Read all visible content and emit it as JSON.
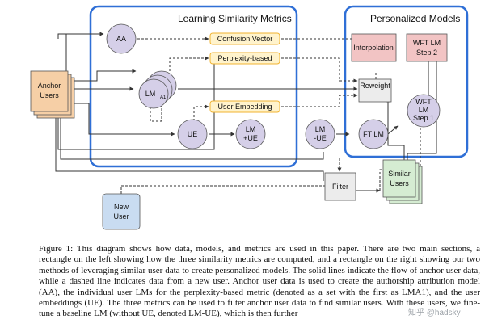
{
  "diagram": {
    "sections": {
      "left_title": "Learning Similarity Metrics",
      "right_title": "Personalized Models"
    },
    "nodes": {
      "anchor_users": [
        "Anchor",
        "Users"
      ],
      "new_user": [
        "New",
        "User"
      ],
      "aa": "AA",
      "lm_a1": "LM",
      "lm_a1_sub": "A1",
      "ue": "UE",
      "lm_ue": [
        "LM",
        "+UE"
      ],
      "lm_minus_ue": [
        "LM",
        "-UE"
      ],
      "ft_lm": "FT LM",
      "wft_lm_step1": [
        "WFT",
        "LM",
        "Step 1"
      ],
      "wft_lm_step2": [
        "WFT LM",
        "Step 2"
      ],
      "interpolation": "Interpolation",
      "reweight": "Reweight",
      "filter": "Filter",
      "similar_users": [
        "Similar",
        "Users"
      ],
      "confusion_vector": "Confusion Vector",
      "perplexity_based": "Perplexity-based",
      "user_embedding": "User Embedding"
    },
    "colors": {
      "section_border": "#2f6fd6",
      "user_box": "#f6cfa6",
      "new_user_box": "#c9dcf1",
      "circle": "#d5cfe8",
      "metric_box": "#fff3cc",
      "metric_border": "#f0b330",
      "interp_box": "#f2c4c4",
      "gray_box": "#ececec",
      "similar_box": "#d5ecd2"
    }
  },
  "caption": {
    "text": "Figure 1: This diagram shows how data, models, and metrics are used in this paper. There are two main sections, a rectangle on the left showing how the three similarity metrics are computed, and a rectangle on the right showing our two methods of leveraging similar user data to create personalized models. The solid lines indicate the flow of anchor user data, while a dashed line indicates data from a new user. Anchor user data is used to create the authorship attribution model (AA), the individual user LMs for the perplexity-based metric (denoted as a set with the first as LMA1), and the user embeddings (UE). The three metrics can be used to filter anchor user data to find similar users. With these users, we fine-tune a baseline LM (without UE, denoted LM-UE), which is then further"
  },
  "watermark": "知乎 @hadsky"
}
